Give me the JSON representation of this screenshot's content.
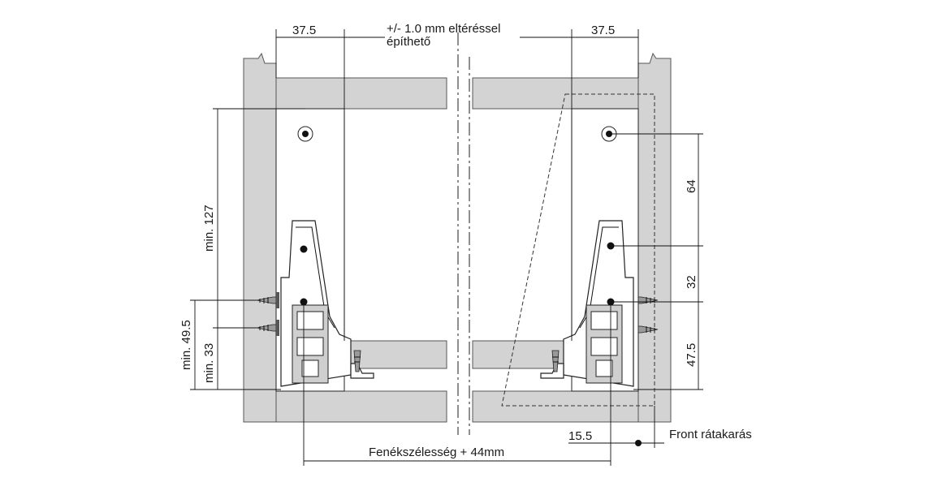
{
  "dimensions": {
    "left_offset": "37.5",
    "right_offset": "37.5",
    "tolerance_line1": "+/- 1.0 mm eltéréssel",
    "tolerance_line2": "építhető",
    "min_127": "min. 127",
    "min_49_5": "min. 49.5",
    "min_33": "min. 33",
    "dim_64": "64",
    "dim_32": "32",
    "dim_47_5": "47.5",
    "dim_15_5": "15.5",
    "front_label": "Front rátakarás",
    "bottom_width": "Fenékszélesség + 44mm"
  },
  "colors": {
    "panel": "#d3d3d3",
    "line": "#111111"
  }
}
